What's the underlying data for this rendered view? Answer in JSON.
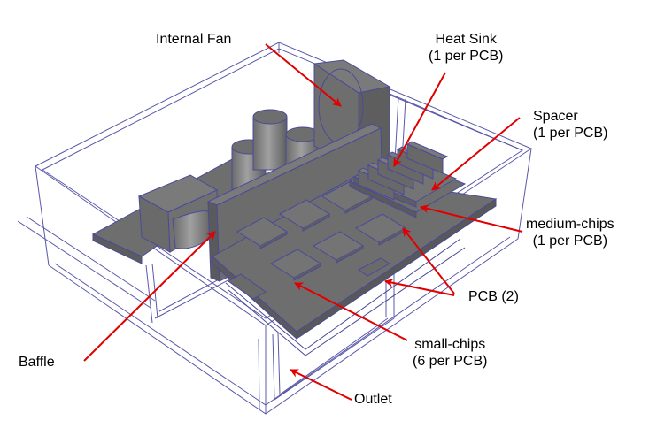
{
  "diagram": {
    "title": "Enclosure model with annotated components",
    "colors": {
      "solid_fill": "#6e6e6e",
      "solid_fill_light": "#878787",
      "edge": "#4a4a9a",
      "wireframe": "#5a58a8",
      "callout": "#e00000"
    },
    "labels": [
      {
        "id": "internal-fan",
        "lines": [
          "Internal Fan"
        ]
      },
      {
        "id": "heat-sink",
        "lines": [
          "Heat Sink",
          "(1 per PCB)"
        ]
      },
      {
        "id": "spacer",
        "lines": [
          "Spacer",
          "(1 per PCB)"
        ]
      },
      {
        "id": "medium-chips",
        "lines": [
          "medium-chips",
          "(1 per PCB)"
        ]
      },
      {
        "id": "pcb",
        "lines": [
          "PCB (2)"
        ]
      },
      {
        "id": "small-chips",
        "lines": [
          "small-chips",
          "(6 per PCB)"
        ]
      },
      {
        "id": "baffle",
        "lines": [
          "Baffle"
        ]
      },
      {
        "id": "outlet",
        "lines": [
          "Outlet"
        ]
      }
    ]
  }
}
